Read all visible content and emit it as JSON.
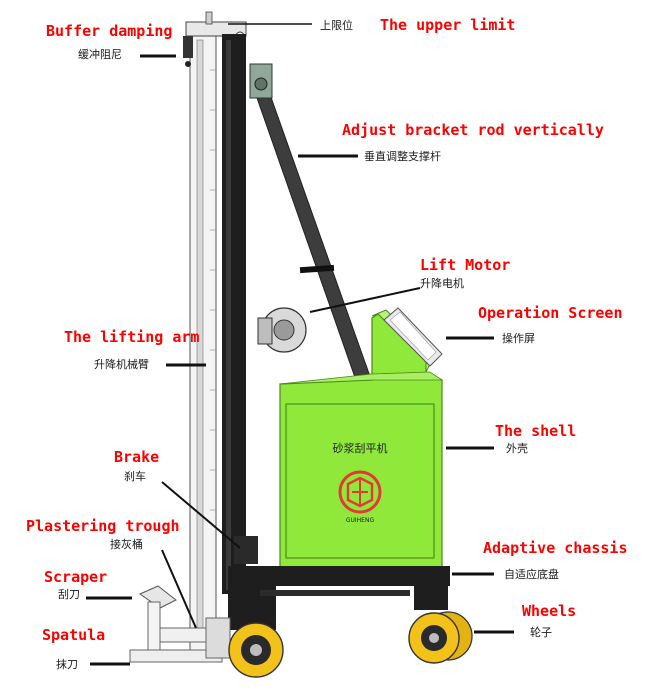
{
  "labels": {
    "buffer_en": "Buffer damping",
    "buffer_zh": "缓冲阻尼",
    "upper_en": "The upper limit",
    "upper_zh": "上限位",
    "bracket_en": "Adjust bracket rod vertically",
    "bracket_zh": "垂直调整支撑杆",
    "motor_en": "Lift Motor",
    "motor_zh": "升降电机",
    "screen_en": "Operation Screen",
    "screen_zh": "操作屏",
    "arm_en": "The lifting arm",
    "arm_zh": "升降机械臂",
    "shell_en": "The shell",
    "shell_zh": "外壳",
    "brake_en": "Brake",
    "brake_zh": "刹车",
    "trough_en": "Plastering trough",
    "trough_zh": "接灰桶",
    "chassis_en": "Adaptive chassis",
    "chassis_zh": "自适应底盘",
    "scraper_en": "Scraper",
    "scraper_zh": "刮刀",
    "wheels_en": "Wheels",
    "wheels_zh": "轮子",
    "spatula_en": "Spatula",
    "spatula_zh": "抹刀"
  },
  "machine": {
    "panel_text": "砂浆刮平机",
    "brand_text": "GUIHENG"
  },
  "colors": {
    "label_red": "#ff0000",
    "body_green": "#8fe83a",
    "wheel_yellow": "#f2c21a",
    "frame_black": "#1b1b1b"
  }
}
